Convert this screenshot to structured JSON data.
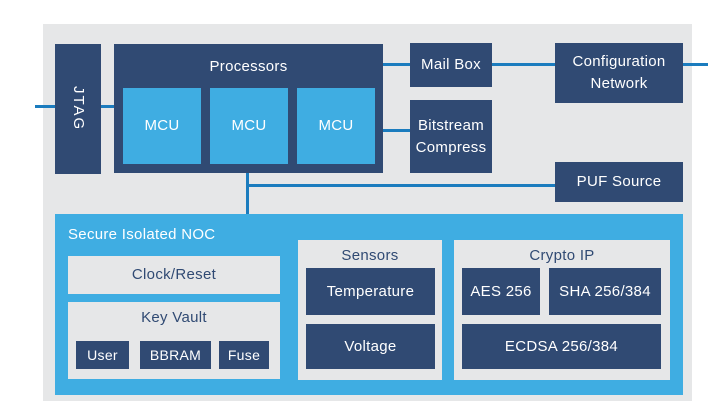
{
  "colors": {
    "navy": "#304A73",
    "blue": "#3FADE2",
    "gray": "#E6E7E8",
    "line": "#1B7CBE"
  },
  "diagram": {
    "jtag": "JTAG",
    "processors": {
      "label": "Processors",
      "mcus": [
        "MCU",
        "MCU",
        "MCU"
      ]
    },
    "mailbox": "Mail Box",
    "bitstream": {
      "line1": "Bitstream",
      "line2": "Compress"
    },
    "config_network": {
      "line1": "Configuration",
      "line2": "Network"
    },
    "puf": "PUF Source",
    "noc": {
      "label": "Secure Isolated NOC",
      "clock_reset": "Clock/Reset",
      "key_vault": {
        "label": "Key Vault",
        "items": [
          "User",
          "BBRAM",
          "Fuse"
        ]
      },
      "sensors": {
        "label": "Sensors",
        "items": [
          "Temperature",
          "Voltage"
        ]
      },
      "crypto": {
        "label": "Crypto IP",
        "items": [
          "AES 256",
          "SHA 256/384",
          "ECDSA 256/384"
        ]
      }
    }
  }
}
